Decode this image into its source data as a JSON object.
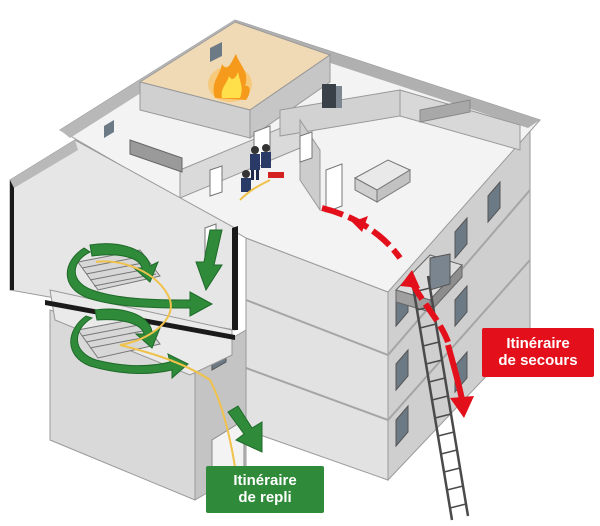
{
  "colors": {
    "rescue_route": "#e3101b",
    "fallback_route": "#2f8a3a",
    "wall_top": "#b9b9b9",
    "wall_side": "#d4d4d4",
    "wall_front": "#e6e6e6",
    "floor": "#f4f4f4",
    "fire_room": "#f0d9b5",
    "fire": "#f59a1b"
  },
  "icons": [
    "fire-icon",
    "firefighter-icon",
    "ladder-icon",
    "sofa-icon",
    "shower-icon",
    "window-icon"
  ],
  "labels": {
    "rescue": {
      "line1": "Itinéraire",
      "line2": "de secours"
    },
    "fallback": {
      "line1": "Itinéraire",
      "line2": "de repli"
    }
  }
}
